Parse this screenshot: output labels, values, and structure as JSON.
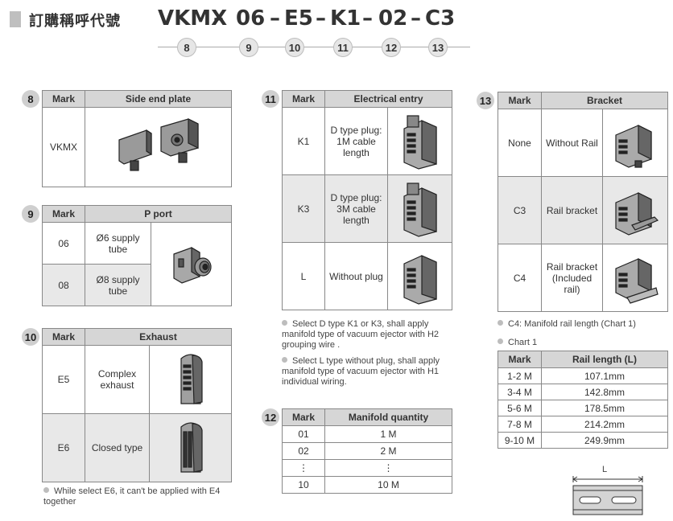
{
  "header": {
    "title": "訂購稱呼代號",
    "model_parts": [
      "VKMX",
      "–",
      "06",
      "–",
      "E5",
      "–",
      "K1",
      "–",
      "02",
      "–",
      "C3"
    ],
    "code_numbers": [
      "8",
      "9",
      "10",
      "11",
      "12",
      "13"
    ]
  },
  "sec8": {
    "num": "8",
    "headers": [
      "Mark",
      "Side end plate"
    ],
    "rows": [
      {
        "mark": "VKMX",
        "image": "side-end-plate"
      }
    ]
  },
  "sec9": {
    "num": "9",
    "headers": [
      "Mark",
      "P port"
    ],
    "rows": [
      {
        "mark": "06",
        "desc": "Ø6 supply tube"
      },
      {
        "mark": "08",
        "desc": "Ø8 supply tube"
      }
    ]
  },
  "sec10": {
    "num": "10",
    "headers": [
      "Mark",
      "Exhaust"
    ],
    "rows": [
      {
        "mark": "E5",
        "desc": "Complex exhaust"
      },
      {
        "mark": "E6",
        "desc": "Closed type"
      }
    ],
    "note": "While select E6, it can't be applied with E4 together"
  },
  "sec11": {
    "num": "11",
    "headers": [
      "Mark",
      "Electrical entry"
    ],
    "rows": [
      {
        "mark": "K1",
        "desc": "D type plug: 1M cable length"
      },
      {
        "mark": "K3",
        "desc": "D type plug: 3M cable length"
      },
      {
        "mark": "L",
        "desc": "Without plug"
      }
    ],
    "notes": [
      "Select D type K1 or K3, shall apply manifold type of vacuum ejector with H2 grouping wire .",
      "Select L type without plug, shall apply manifold type of vacuum ejector with H1 individual wiring."
    ]
  },
  "sec12": {
    "num": "12",
    "headers": [
      "Mark",
      "Manifold quantity"
    ],
    "rows": [
      {
        "mark": "01",
        "qty": "1 M"
      },
      {
        "mark": "02",
        "qty": "2 M"
      },
      {
        "mark": "⋮",
        "qty": "⋮"
      },
      {
        "mark": "10",
        "qty": "10 M"
      }
    ]
  },
  "sec13": {
    "num": "13",
    "headers": [
      "Mark",
      "Bracket"
    ],
    "rows": [
      {
        "mark": "None",
        "desc": "Without Rail"
      },
      {
        "mark": "C3",
        "desc": "Rail bracket"
      },
      {
        "mark": "C4",
        "desc": "Rail bracket (Included rail)"
      }
    ],
    "note": "C4: Manifold rail length (Chart 1)",
    "chart_label": "Chart 1"
  },
  "chart1": {
    "headers": [
      "Mark",
      "Rail length (L)"
    ],
    "rows": [
      {
        "mark": "1-2 M",
        "length": "107.1mm"
      },
      {
        "mark": "3-4 M",
        "length": "142.8mm"
      },
      {
        "mark": "5-6 M",
        "length": "178.5mm"
      },
      {
        "mark": "7-8 M",
        "length": "214.2mm"
      },
      {
        "mark": "9-10 M",
        "length": "249.9mm"
      }
    ]
  },
  "rail_diagram": {
    "label": "L"
  }
}
